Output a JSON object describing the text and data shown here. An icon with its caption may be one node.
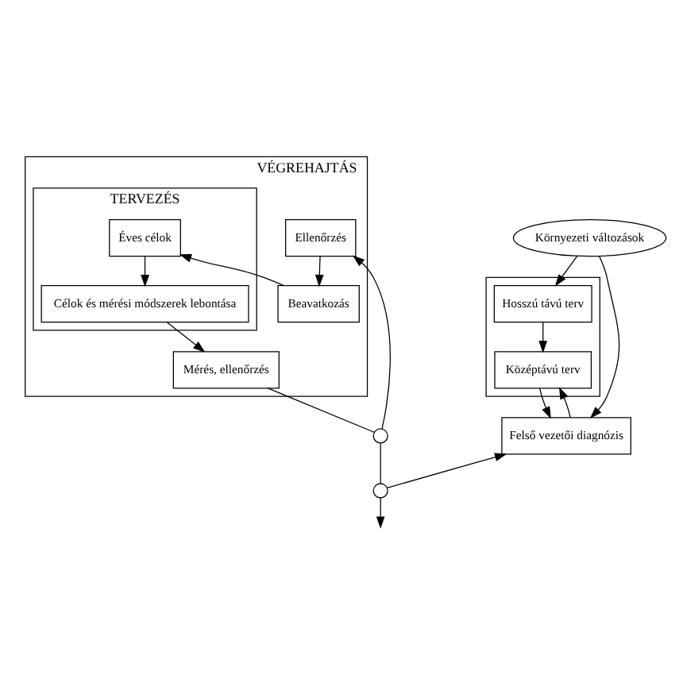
{
  "diagram": {
    "nodes": [
      {
        "text": [],
        "shape": "box"
      },
      {
        "text": [
          "Hosszú távú terv"
        ],
        "in": 0
      },
      {
        "text": [
          "Középtávú terv"
        ],
        "in": 0
      },
      {
        "text": [
          "Környezeti változások"
        ]
      },
      {
        "text": [
          "Felső vezetői diagnózis"
        ]
      },
      {
        "text": [
          "VÉGREHAJTÁS"
        ]
      },
      {
        "text": [
          "TERVEZÉS"
        ],
        "in": 5
      },
      {
        "text": [
          "Éves célok"
        ],
        "in": 6
      },
      {
        "text": [
          "Célok és mérési módszerek lebontása"
        ],
        "in": 6
      },
      {
        "text": [
          "Mérés, ellenőrzés"
        ],
        "in": 5
      },
      {
        "text": [],
        "shape": "circle"
      },
      {
        "text": [],
        "shape": "circle"
      },
      {
        "text": [
          "Ellenőrzés"
        ],
        "in": 5
      },
      {
        "text": [
          "Beavatkozás"
        ],
        "in": 5
      }
    ],
    "edges": [
      {
        "from": 3,
        "to": 1,
        "arrow": "to"
      },
      {
        "from": 1,
        "to": 2,
        "arrow": "to"
      },
      {
        "from": 3,
        "to": 4,
        "arrow": "to"
      },
      {
        "from": 2,
        "to": 4,
        "arrow": "to"
      },
      {
        "from": 4,
        "to": 2,
        "arrow": "to"
      },
      {
        "from": 7,
        "to": 8,
        "arrow": "to"
      },
      {
        "from": 8,
        "to": 9,
        "arrow": "to"
      },
      {
        "from": 9,
        "to": 10,
        "arrow": "none"
      },
      {
        "from": 10,
        "to": 11,
        "arrow": "none"
      },
      {
        "from": 11,
        "to": 4,
        "arrow": "to"
      },
      {
        "from": 11,
        "to": null,
        "arrow": "to"
      },
      {
        "from": 10,
        "to": 12,
        "arrow": "to"
      },
      {
        "from": 12,
        "to": 13,
        "arrow": "to"
      },
      {
        "from": 13,
        "to": 7,
        "arrow": "to"
      }
    ]
  }
}
